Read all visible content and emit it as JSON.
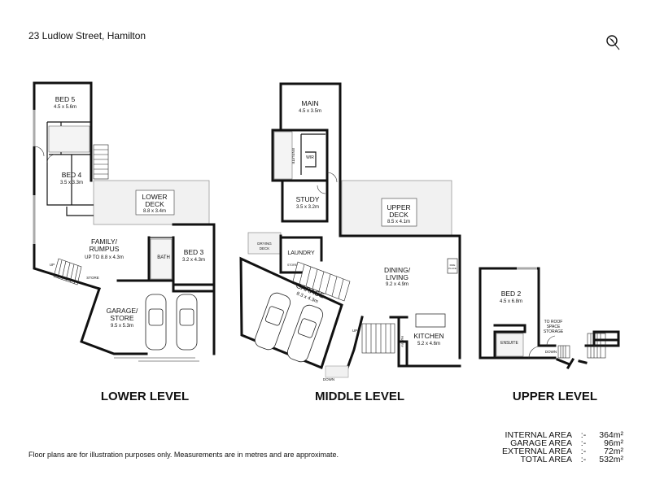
{
  "title": "23 Ludlow Street, Hamilton",
  "compass_icon": "north-arrow-icon",
  "disclaimer": "Floor plans are for illustration purposes only. Measurements are in metres and are approximate.",
  "lower_level": {
    "label": "LOWER LEVEL",
    "rooms": {
      "bed5": {
        "name": "BED 5",
        "dims": "4.5 x 5.6m"
      },
      "bed4": {
        "name": "BED 4",
        "dims": "3.5 x 3.3m"
      },
      "deck": {
        "name1": "LOWER",
        "name2": "DECK",
        "dims": "8.8 x 3.4m"
      },
      "family": {
        "name1": "FAMILY/",
        "name2": "RUMPUS",
        "dims": "UP TO 8.8 x 4.3m"
      },
      "bath": {
        "name": "BATH"
      },
      "bed3": {
        "name": "BED 3",
        "dims": "3.2 x 4.3m"
      },
      "garage": {
        "name1": "GARAGE/",
        "name2": "STORE",
        "dims": "9.5 x 5.3m"
      },
      "store": {
        "name": "STORE"
      },
      "up": "UP"
    }
  },
  "middle_level": {
    "label": "MIDDLE LEVEL",
    "rooms": {
      "main": {
        "name": "MAIN",
        "dims": "4.5 x 3.5m"
      },
      "ensuite": {
        "name": "ENSUITE"
      },
      "wir": {
        "name": "WIR"
      },
      "study": {
        "name": "STUDY",
        "dims": "3.5 x 3.2m"
      },
      "deck": {
        "name1": "UPPER",
        "name2": "DECK",
        "dims": "8.5 x 4.1m"
      },
      "drying": {
        "name1": "DRYING",
        "name2": "DECK"
      },
      "laundry": {
        "name": "LAUNDRY"
      },
      "store": {
        "name": "STORE"
      },
      "garage": {
        "name": "GARAGE",
        "dims": "8.3 x 4.3m"
      },
      "dining": {
        "name1": "DINING/",
        "name2": "LIVING",
        "dims": "9.2 x 4.9m"
      },
      "fireplace": {
        "name1": "FIRE",
        "name2": "PLACE"
      },
      "kitchen": {
        "name": "KITCHEN",
        "dims": "5.2 x 4.6m"
      },
      "pantry": {
        "name": "PANTRY"
      },
      "up": "UP",
      "down": "DOWN"
    }
  },
  "upper_level": {
    "label": "UPPER LEVEL",
    "rooms": {
      "bed2": {
        "name": "BED 2",
        "dims": "4.5 x 6.8m"
      },
      "roof": {
        "line1": "TO ROOF",
        "line2": "SPACE",
        "line3": "STORAGE"
      },
      "ensuite": {
        "name": "ENSUITE"
      },
      "down": "DOWN"
    }
  },
  "areas": [
    {
      "label": "INTERNAL AREA",
      "sep": ":-",
      "value": "364m²"
    },
    {
      "label": "GARAGE AREA",
      "sep": ":-",
      "value": "96m²"
    },
    {
      "label": "EXTERNAL AREA",
      "sep": ":-",
      "value": "72m²"
    },
    {
      "label": "TOTAL AREA",
      "sep": ":-",
      "value": "532m²"
    }
  ]
}
